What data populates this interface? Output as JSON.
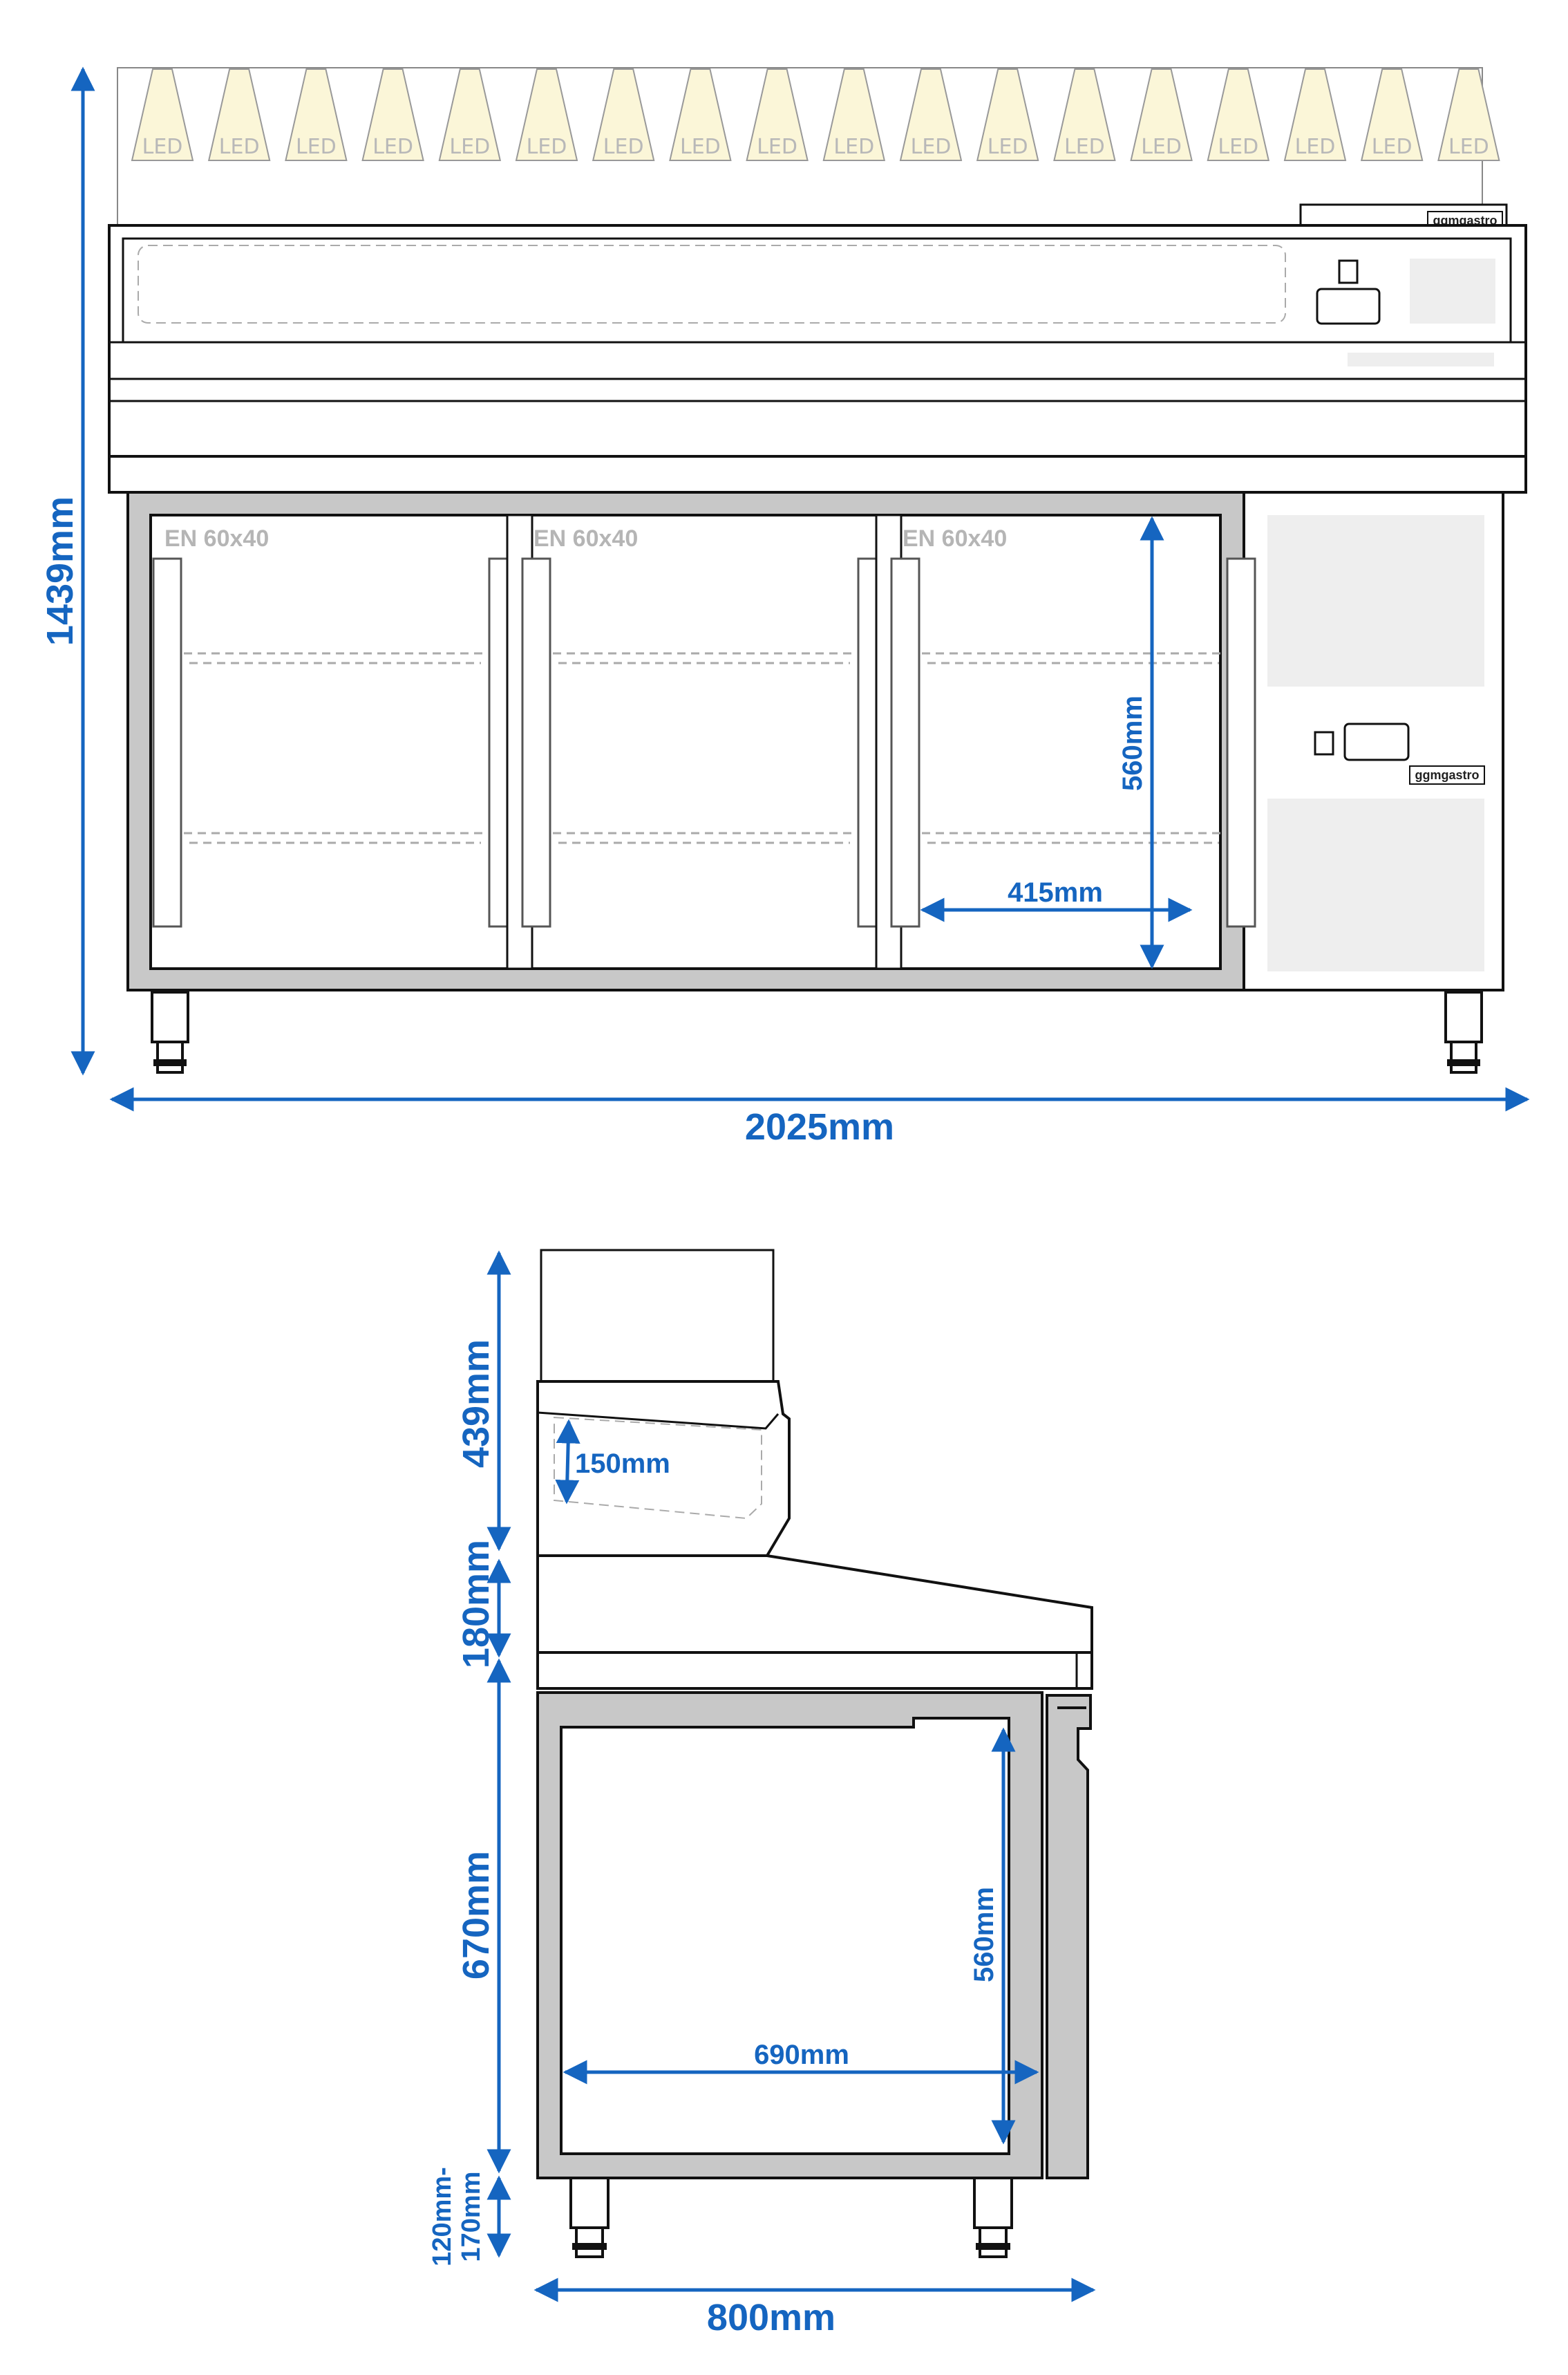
{
  "front": {
    "led_label": "LED",
    "led_count": 18,
    "brand": "ggmgastro",
    "compartment_label": "EN 60x40",
    "compartment_count": 3,
    "dims": {
      "total_height": "1439mm",
      "total_width": "2025mm",
      "inner_height": "560mm",
      "inner_width": "415mm"
    }
  },
  "side": {
    "dims": {
      "top_height": "439mm",
      "pan_depth": "150mm",
      "middle_height": "180mm",
      "body_height": "670mm",
      "inner_height": "560mm",
      "inner_depth": "690mm",
      "leg_height_line1": "120mm-",
      "leg_height_line2": "170mm",
      "total_depth": "800mm"
    }
  },
  "colors": {
    "dimension": "#1565c0",
    "outline": "#111111",
    "steel": "#c8c8c8",
    "panel": "#eeeeee",
    "led_fill": "#fbf6d8"
  }
}
